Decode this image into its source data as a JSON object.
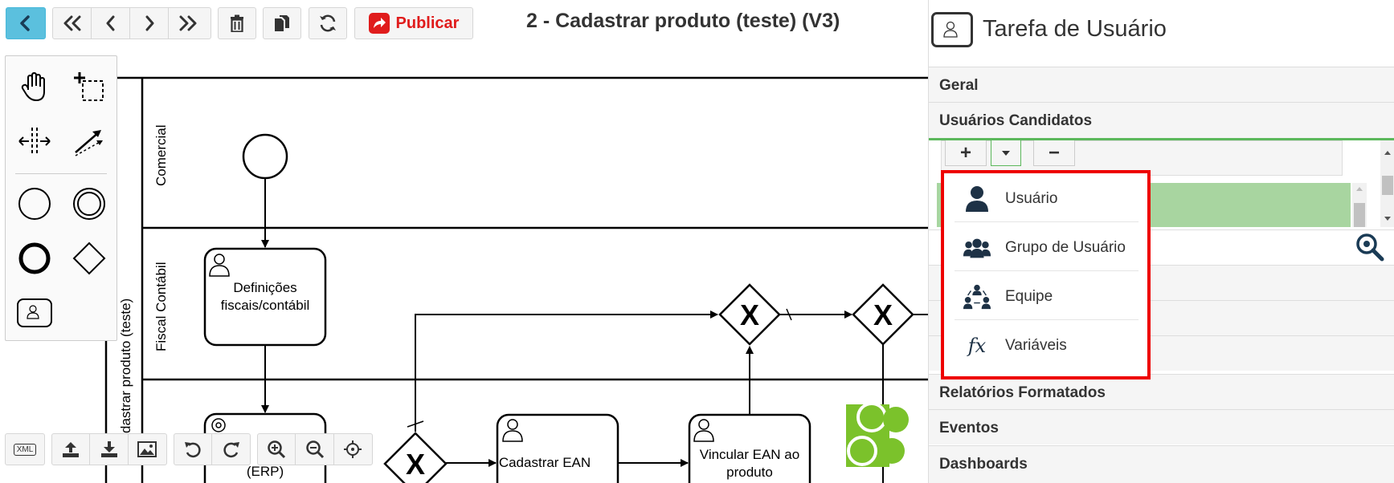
{
  "toolbar": {
    "back_icon": "chevron-left-icon",
    "nav_icons": [
      "double-chevron-left-icon",
      "chevron-left-icon",
      "chevron-right-icon",
      "double-chevron-right-icon"
    ],
    "delete_icon": "trash-icon",
    "copy_icon": "copy-icon",
    "refresh_icon": "refresh-icon",
    "publish_label": "Publicar",
    "publish_icon": "share-icon"
  },
  "diagram": {
    "title": "2 - Cadastrar produto (teste) (V3)",
    "pool_label": "dastrar produto (teste)",
    "lanes": [
      "Comercial",
      "Fiscal Contábil"
    ],
    "tasks": {
      "definicoes_line1": "Definições",
      "definicoes_line2": "fiscais/contábil",
      "erp": "(ERP)",
      "cadastrar_ean": "Cadastrar EAN",
      "vincular_line1": "Vincular EAN ao",
      "vincular_line2": "produto"
    },
    "gateway_symbol": "X"
  },
  "palette": {
    "tools": [
      "hand-tool-icon",
      "lasso-tool-icon",
      "space-tool-icon",
      "connect-tool-icon",
      "start-event-icon",
      "intermediate-event-icon",
      "end-event-icon",
      "gateway-icon",
      "user-task-icon"
    ]
  },
  "bottom_toolbar": {
    "xml_label": "XML",
    "icons": [
      "upload-icon",
      "download-icon",
      "image-icon",
      "undo-icon",
      "redo-icon",
      "zoom-in-icon",
      "zoom-out-icon",
      "crosshair-icon"
    ]
  },
  "panel": {
    "title": "Tarefa de Usuário",
    "sections": {
      "geral": "Geral",
      "usuarios_candidatos": "Usuários Candidatos",
      "relatorios": "Relatórios Formatados",
      "eventos": "Eventos",
      "dashboards": "Dashboards"
    },
    "add_symbol": "+",
    "remove_symbol": "−"
  },
  "dropdown": {
    "items": [
      {
        "label": "Usuário",
        "icon": "user-icon"
      },
      {
        "label": "Grupo de Usuário",
        "icon": "users-group-icon"
      },
      {
        "label": "Equipe",
        "icon": "team-icon"
      },
      {
        "label": "Variáveis",
        "icon": "function-icon",
        "symbol": "fx"
      }
    ]
  },
  "colors": {
    "accent_blue": "#5bc0de",
    "publish_red": "#e01c1c",
    "highlight_red": "#ee0000",
    "selected_green": "#a8d5a0",
    "tab_green": "#5cb85c",
    "service_green": "#7bc22b"
  }
}
